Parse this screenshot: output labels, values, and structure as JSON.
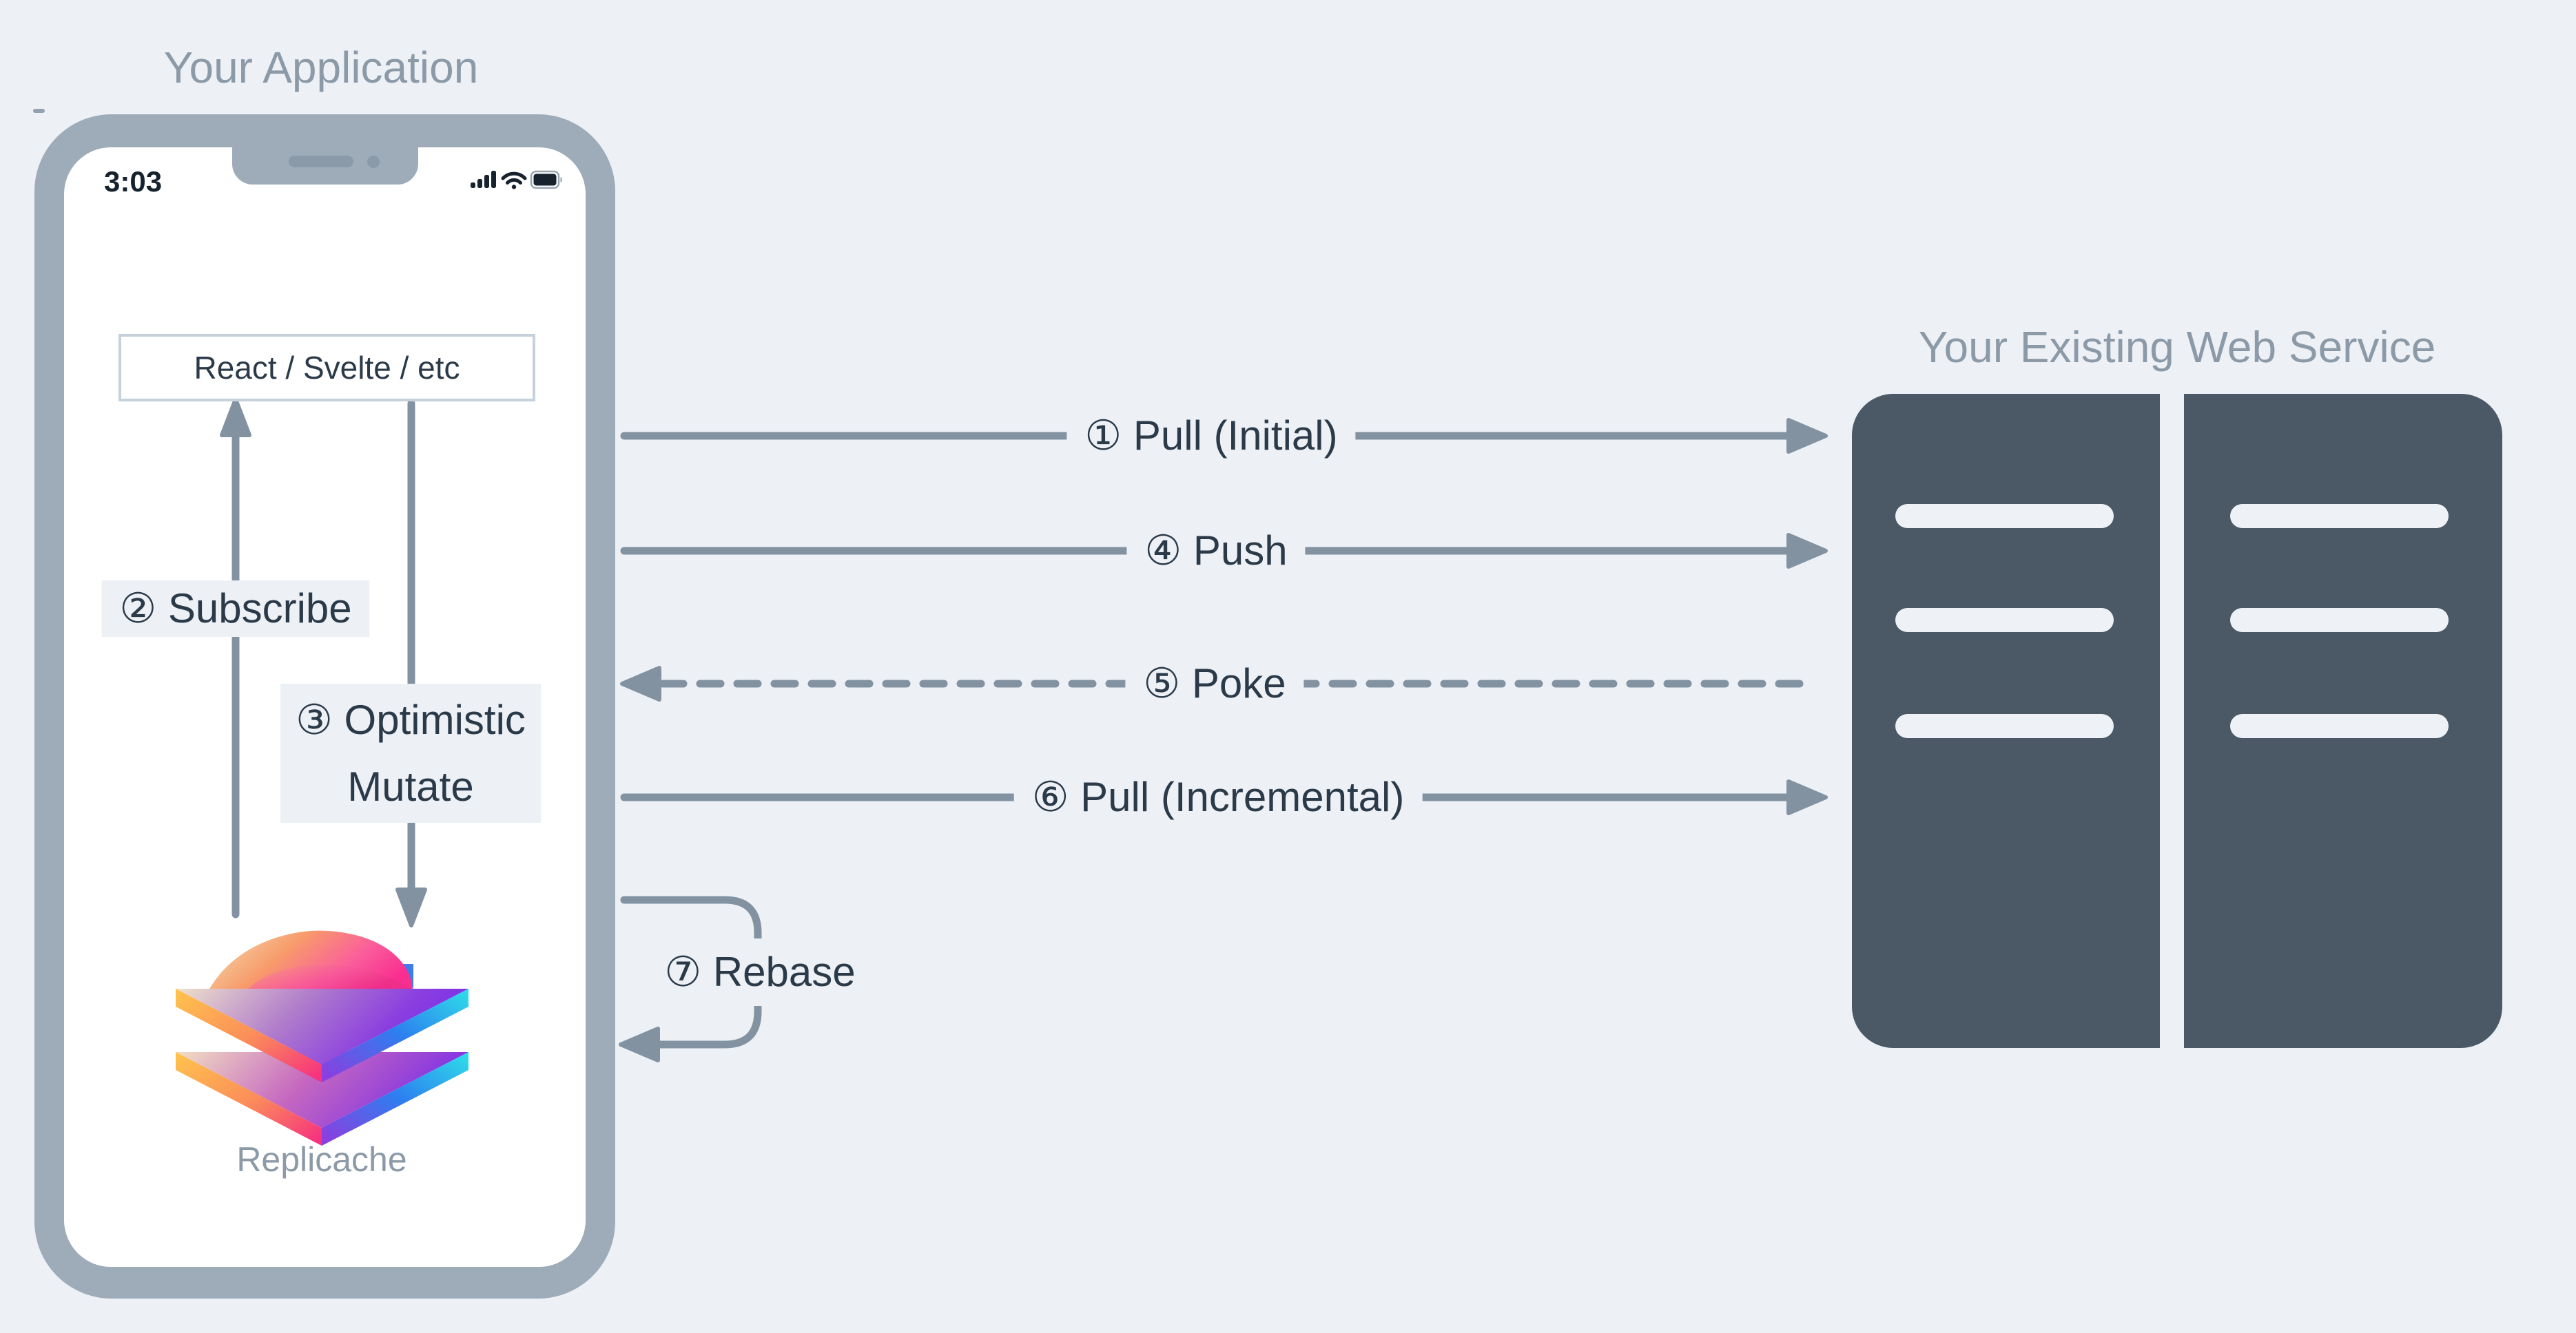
{
  "page": {
    "background_color": "#EDF1F6"
  },
  "application": {
    "title": "Your Application",
    "phone": {
      "status_time": "3:03",
      "status_icons": [
        "cellular-signal-icon",
        "wifi-icon",
        "battery-icon"
      ],
      "notch_icons": [
        "speaker-icon",
        "camera-icon"
      ]
    },
    "framework_box": "React / Svelte / etc",
    "logo_label": "Replicache"
  },
  "service": {
    "title": "Your Existing Web Service",
    "racks": 2,
    "slots_per_rack": 3
  },
  "flows": {
    "pull_initial": "① Pull (Initial)",
    "subscribe": "② Subscribe",
    "optimistic_line1": "③ Optimistic",
    "optimistic_line2": "Mutate",
    "push": "④ Push",
    "poke": "⑤ Poke",
    "pull_incremental": "⑥ Pull (Incremental)",
    "rebase": "⑦ Rebase"
  },
  "colors": {
    "background": "#EDF1F6",
    "phone_bezel": "#9EACB9",
    "arrow_gray": "#8292A1",
    "text_dark": "#2B3A49",
    "text_gray": "#8C9AA8",
    "server_fill": "#4B5967",
    "server_slot": "#EEF2F6",
    "box_border": "#C7D1DB",
    "logo_orange": "#FFC44D",
    "logo_pink": "#F93E8C",
    "logo_purple": "#7C36E8",
    "logo_cyan": "#2EE0E8"
  }
}
